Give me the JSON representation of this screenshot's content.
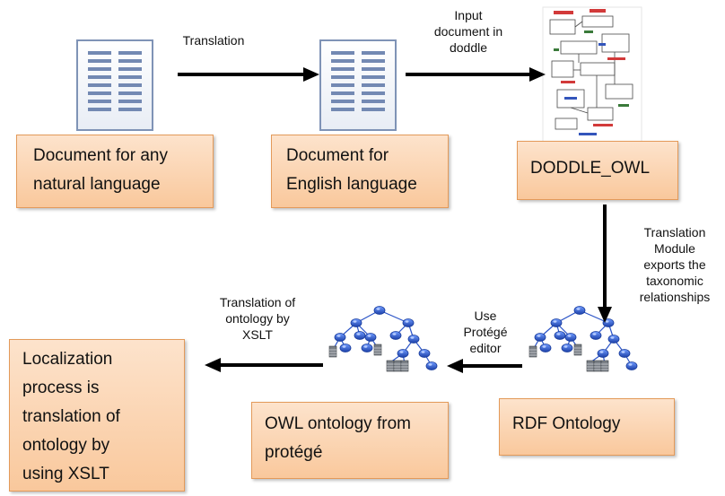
{
  "boxes": {
    "natural_doc": "Document for any\nnatural language",
    "english_doc": "Document for\nEnglish language",
    "doddle": "DODDLE_OWL",
    "rdf": "RDF Ontology",
    "owl": "OWL ontology from\nprotégé",
    "localization": " Localization\nprocess is\ntranslation of\nontology by\nusing XSLT"
  },
  "labels": {
    "translation": "Translation",
    "input_doc": "Input\ndocument in\ndoddle",
    "translation_module": "Translation\nModule\nexports the\ntaxonomic\nrelationships",
    "use_protege": "Use\nProtégé\neditor",
    "xslt_translation": "Translation of\nontology by\nXSLT"
  },
  "icons": [
    "document-icon",
    "document-icon",
    "doddle-screenshot-icon",
    "tree-network-icon",
    "tree-network-icon"
  ],
  "colors": {
    "box_fill": "#fbd5b3",
    "box_border": "#e39a5a",
    "arrow": "#000000",
    "tree_node": "#2f5fd0"
  }
}
